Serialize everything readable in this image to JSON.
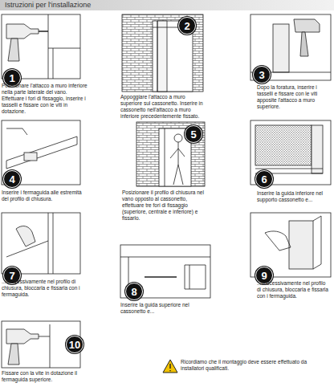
{
  "diagram": {
    "title": "Istruzioni per l'installazione",
    "nodes": [
      {
        "text": [
          "1"
        ]
      },
      {
        "text": [
          "2"
        ]
      },
      {
        "text": [
          "3"
        ]
      },
      {
        "text": [
          "4"
        ]
      },
      {
        "text": [
          "5"
        ]
      },
      {
        "text": [
          "6"
        ]
      },
      {
        "text": [
          "7"
        ]
      },
      {
        "text": [
          "8"
        ]
      },
      {
        "text": [
          "9"
        ]
      },
      {
        "text": [
          "10"
        ]
      }
    ],
    "labels": [
      "Posizionare l'attacco a muro inferiore nella parte laterale del vano. Effettuare i fori di fissaggio, inserire i tasselli e fissare con le viti in dotazione.",
      "Appoggiare l'attacco a muro superiore sul cassonetto. Inserire in cassonetto nell'attacco a muro inferiore precedentemente fissato.",
      "Dopo la foratura, inserire i tasselli e fissare con le viti apposite l'attacco a muro superiore.",
      "Inserire i fermaguida alle estremità del profilo di chiusura.",
      "Posizionare il profilo di chiusura nel vano opposto al cassonetto, effettuare tre fori di fissaggio (superiore, centrale e inferiore) e fissarlo.",
      "Inserire la guida inferiore nel supporto cassonetto e...",
      "...successivamente nel profilo di chiusura, bloccarla e fissarla con i fermaguida.",
      "Inserire la guida superiore nel cassonetto e...",
      "...successivamente nel profilo di chiusura, bloccarla e fissarla con i fermaguida.",
      "Fissare con la vite in dotazione il fermaguida superiore.",
      "Ricordiamo che il montaggio deve essere effettuato da installatori qualificati."
    ]
  }
}
